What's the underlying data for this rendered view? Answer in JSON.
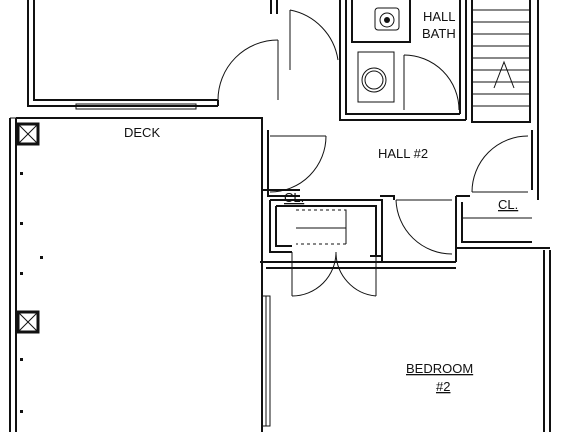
{
  "plan": {
    "rooms": {
      "hall_bath_line1": "HALL",
      "hall_bath_line2": "BATH",
      "hall2": "HALL #2",
      "deck": "DECK",
      "closet_left": "CL.",
      "closet_right": "CL.",
      "bedroom_line1": "BEDROOM",
      "bedroom_line2": "#2"
    }
  }
}
